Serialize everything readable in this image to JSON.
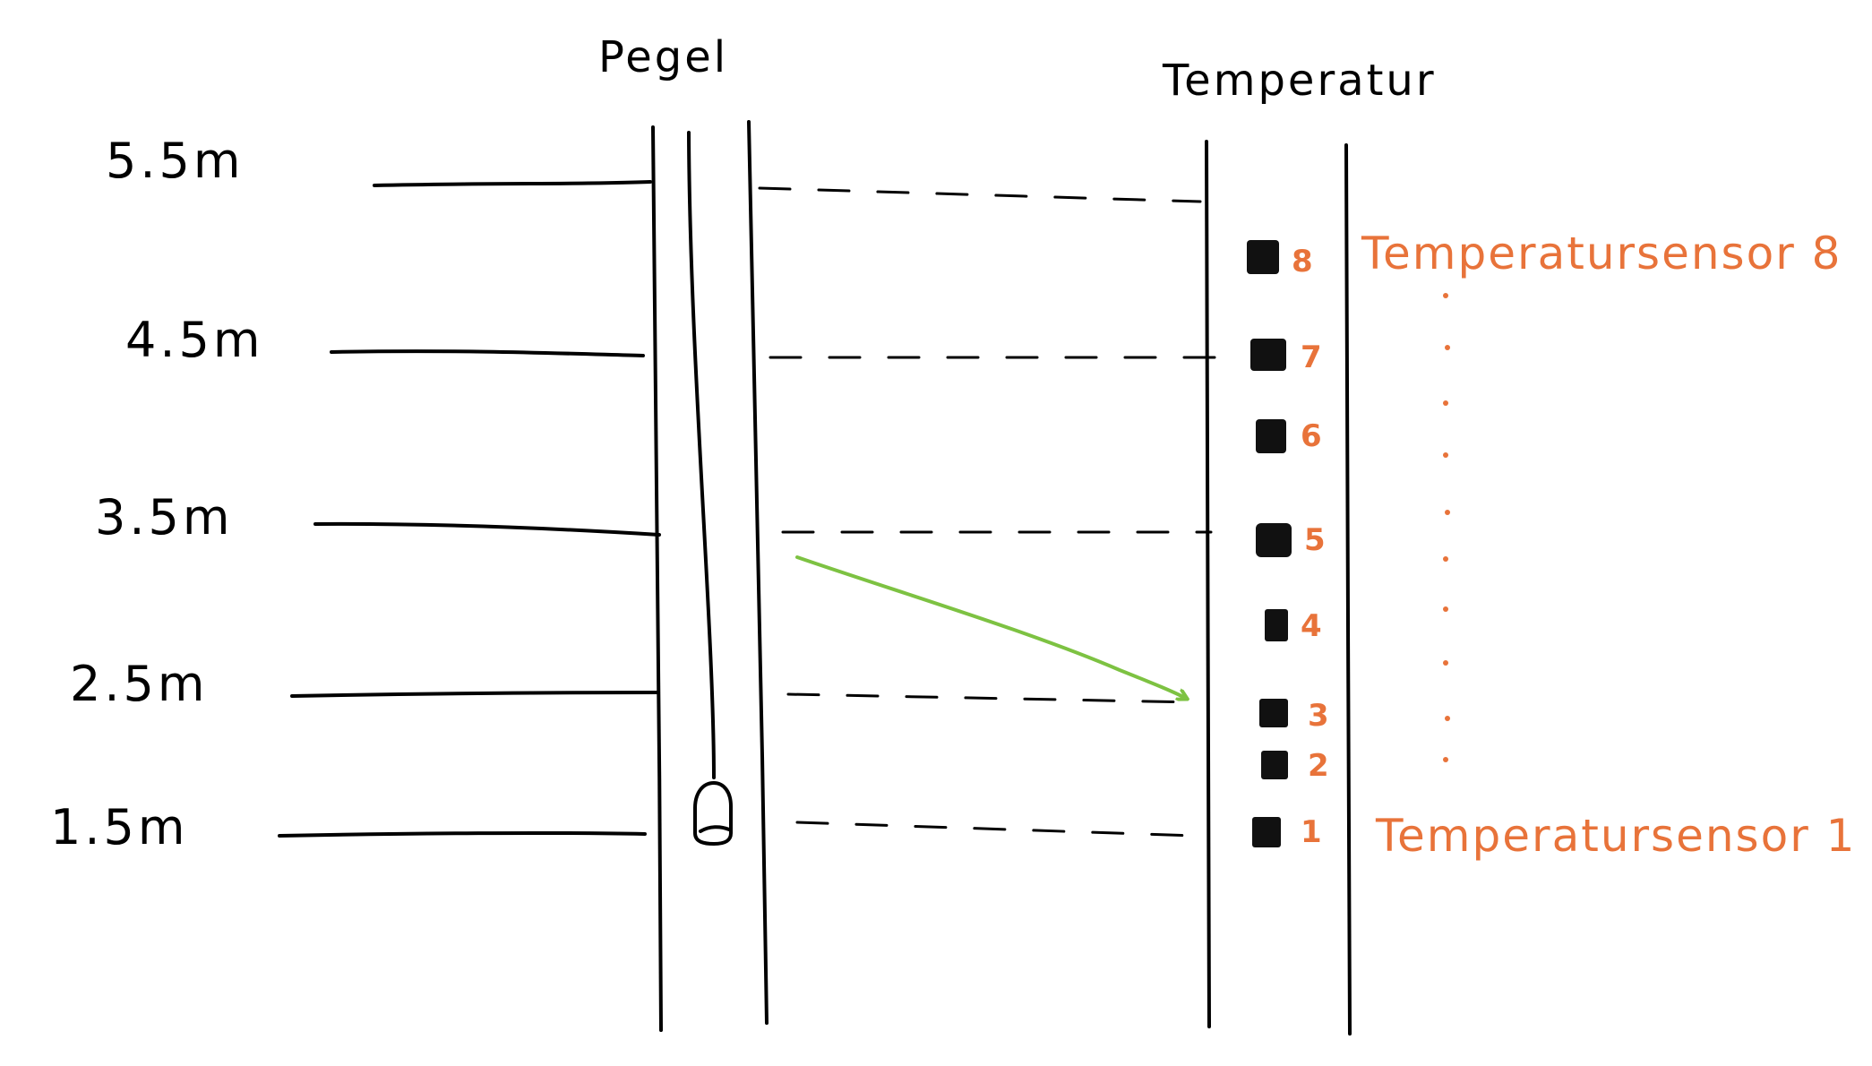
{
  "titles": {
    "pegel": "Pegel",
    "temperatur": "Temperatur"
  },
  "levels": [
    "5.5m",
    "4.5m",
    "3.5m",
    "2.5m",
    "1.5m"
  ],
  "sensors": [
    "8",
    "7",
    "6",
    "5",
    "4",
    "3",
    "2",
    "1"
  ],
  "sensor_labels": {
    "top": "Temperatursensor 8",
    "bottom": "Temperatursensor 1"
  },
  "colors": {
    "ink": "#000000",
    "accent": "#e8733a",
    "arrow": "#7dc242"
  }
}
